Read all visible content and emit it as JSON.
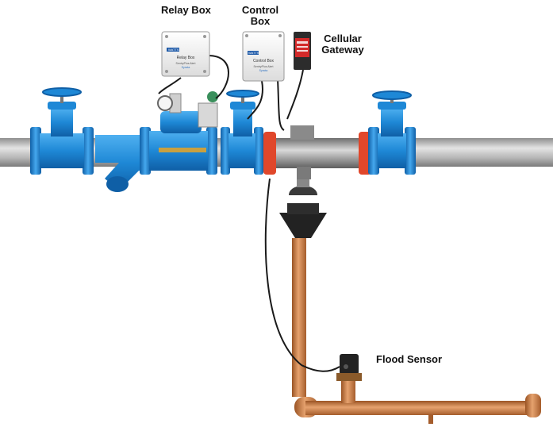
{
  "labels": {
    "relay_box": "Relay Box",
    "control_box_line1": "Control",
    "control_box_line2": "Box",
    "cellular_gateway_line1": "Cellular",
    "cellular_gateway_line2": "Gateway",
    "flood_sensor": "Flood Sensor"
  },
  "device_text": {
    "relay_brand": "WATTS",
    "relay_title": "Relay Box",
    "relay_sub1": "SentryPlus Alert",
    "relay_sub2": "Syncta",
    "control_brand": "WATTS",
    "control_title": "Control Box",
    "control_sub1": "SentryPlus Alert",
    "control_sub2": "Syncta"
  },
  "colors": {
    "valve_blue": "#1e88d6",
    "valve_blue_dark": "#0f5fa6",
    "flange_red": "#e0472b",
    "copper": "#c97a45",
    "pipe_gray": "#bdbdbd",
    "box_white": "#f3f3f3",
    "gateway_red": "#d32a2a"
  }
}
